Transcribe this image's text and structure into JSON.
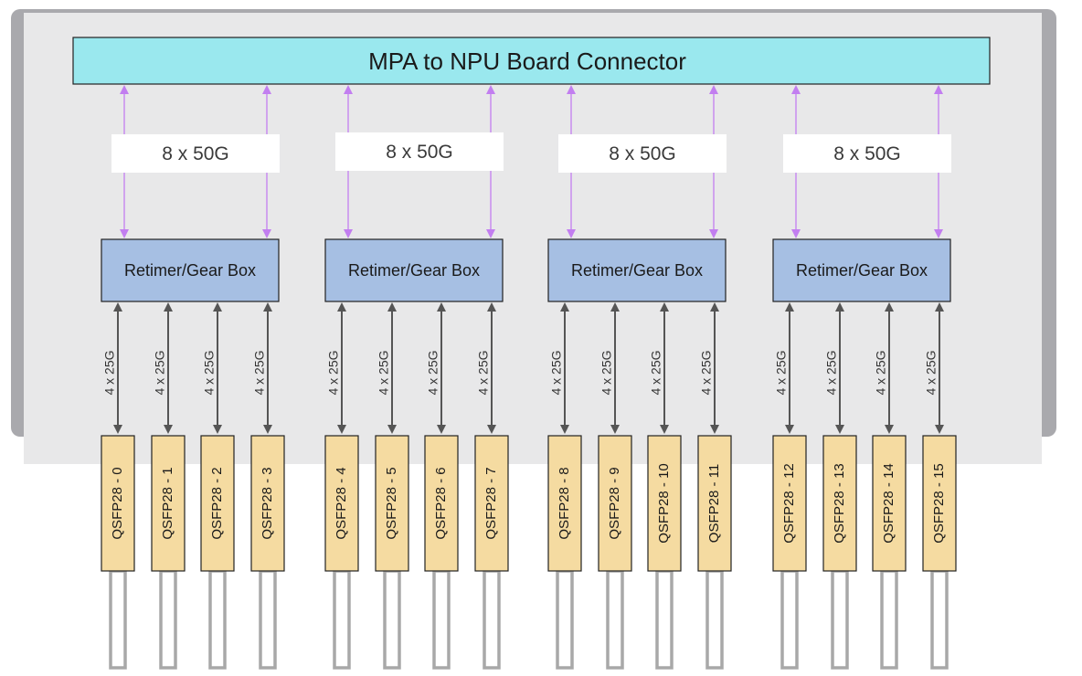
{
  "connector": {
    "label": "MPA to NPU Board Connector"
  },
  "groups": [
    {
      "bandwidth_label": "8 x 50G",
      "gearbox_label": "Retimer/Gear Box",
      "lane_label": "4 x 25G",
      "ports": [
        "QSFP28 - 0",
        "QSFP28 - 1",
        "QSFP28 - 2",
        "QSFP28 - 3"
      ]
    },
    {
      "bandwidth_label": "8 x 50G",
      "gearbox_label": "Retimer/Gear Box",
      "lane_label": "4 x 25G",
      "ports": [
        "QSFP28 - 4",
        "QSFP28 - 5",
        "QSFP28 - 6",
        "QSFP28 - 7"
      ]
    },
    {
      "bandwidth_label": "8 x 50G",
      "gearbox_label": "Retimer/Gear Box",
      "lane_label": "4 x 25G",
      "ports": [
        "QSFP28 - 8",
        "QSFP28 - 9",
        "QSFP28 - 10",
        "QSFP28 - 11"
      ]
    },
    {
      "bandwidth_label": "8 x 50G",
      "gearbox_label": "Retimer/Gear Box",
      "lane_label": "4 x 25G",
      "ports": [
        "QSFP28 - 12",
        "QSFP28 - 13",
        "QSFP28 - 14",
        "QSFP28 - 15"
      ]
    }
  ],
  "colors": {
    "chassis_frame": "#a9a9ad",
    "board": "#e8e8e9",
    "connector_fill": "#9ae8ee",
    "gearbox_fill": "#a6bfe3",
    "port_fill": "#f5dba1",
    "upper_arrow": "#c27ef0",
    "lower_arrow": "#555555",
    "cable": "#a8a8a8"
  }
}
